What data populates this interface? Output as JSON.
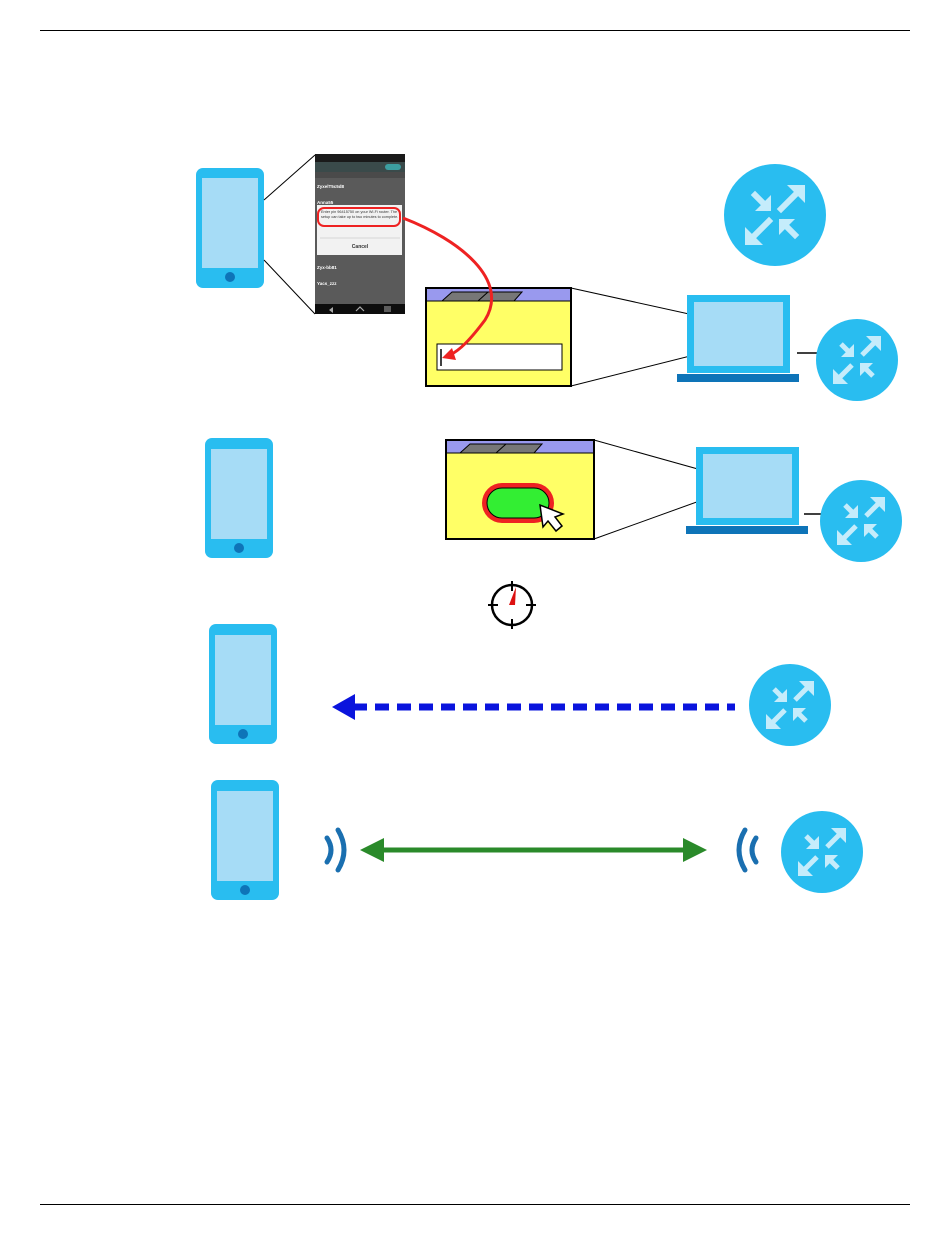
{
  "colors": {
    "device": "#29bdf0",
    "device_screen": "#a6dcf6",
    "router_arrow": "#c5ecfb",
    "laptop_base": "#0e74b8",
    "window_fill": "#ffff66",
    "window_titlebar": "#9999ee",
    "window_tab": "#777777",
    "button_fill": "#33ee33",
    "highlight_red": "#ee2222",
    "wps_signal_arrow": "#0a14dd",
    "connection_arrow": "#2a8a2a",
    "wifi_wave": "#1a6fb0",
    "timer": "#000000",
    "timer_hand": "#dd1111"
  },
  "icons": {
    "phone": "phone-icon",
    "router": "router-icon",
    "laptop": "laptop-icon",
    "browser_window": "window-icon",
    "pointer": "cursor-icon",
    "timer": "stopwatch-icon",
    "wifi_waves": "wifi-wave-icon"
  },
  "phone_screenshot": {
    "networks": [
      "ZyxelT5c5d8",
      "Anna55",
      "Zyx-bb81",
      "Yacs_zzz"
    ],
    "dialog_text": "Enter pin 96415750 on your Wi-Fi router. The setup can take up to two minutes to complete.",
    "cancel_label": "Cancel"
  }
}
